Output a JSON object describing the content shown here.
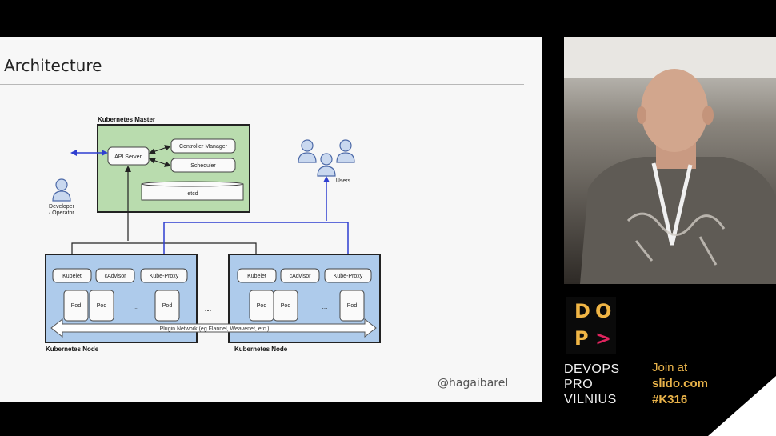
{
  "slide": {
    "title": "Architecture",
    "handle": "@hagaibarel",
    "diagram": {
      "master_label": "Kubernetes Master",
      "api_server": "API Server",
      "controller_manager": "Controller Manager",
      "scheduler": "Scheduler",
      "etcd": "etcd",
      "developer_line1": "Developer",
      "developer_line2": "/ Operator",
      "users": "Users",
      "node_label": "Kubernetes Node",
      "kubelet": "Kubelet",
      "cadvisor": "cAdvisor",
      "kube_proxy": "Kube-Proxy",
      "pod": "Pod",
      "ellipsis": "...",
      "between_ellipsis": "...",
      "plugin_network": "Plugin Network (eg Flannel, Weavenet, etc )"
    }
  },
  "branding": {
    "logo_letters": [
      "D",
      "O",
      "P",
      ">"
    ],
    "name_lines": [
      "DEVOPS",
      "PRO",
      "VILNIUS"
    ],
    "join_at": "Join at",
    "site": "slido.com",
    "code": "#K316",
    "accent_color": "#e9b34a",
    "logo_color": "#f0b545",
    "arrow_color": "#e0245e"
  },
  "colors": {
    "master_fill": "#b9dcae",
    "node_fill": "#aecbeb",
    "blue_line": "#2f3fd0"
  }
}
